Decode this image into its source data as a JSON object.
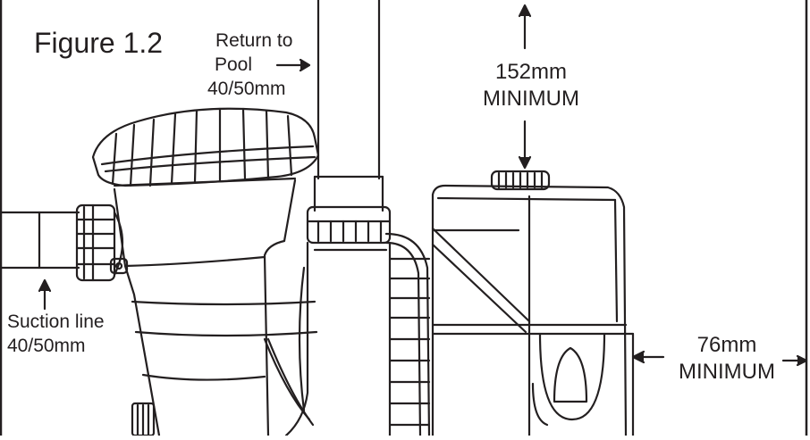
{
  "figure": {
    "title": "Figure 1.2"
  },
  "labels": {
    "return_line1": "Return to",
    "return_line2": "Pool",
    "return_line3": "40/50mm",
    "top_clearance_value": "152mm",
    "top_clearance_word": "MINIMUM",
    "side_clearance_value": "76mm",
    "side_clearance_word": "MINIMUM",
    "suction_line1": "Suction line",
    "suction_line2": "40/50mm"
  },
  "colors": {
    "ink": "#231f20",
    "background": "#ffffff"
  }
}
